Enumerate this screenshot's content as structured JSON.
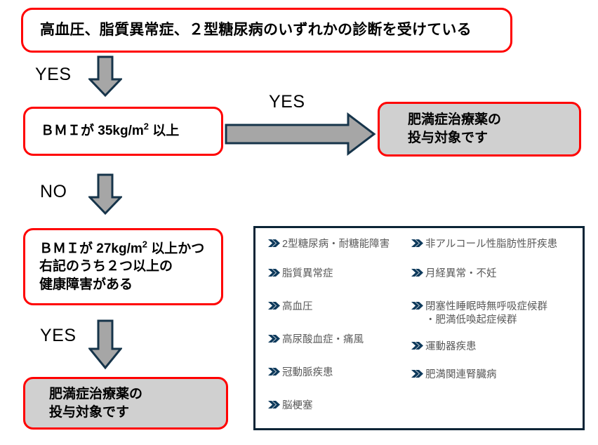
{
  "flow": {
    "top_condition": {
      "text": "高血圧、脂質異常症、２型糖尿病のいずれかの診断を受けている"
    },
    "bmi35": {
      "prefix": "ＢＭＩが 35kg/m",
      "sup": "2",
      "suffix": " 以上"
    },
    "bmi27": {
      "prefix": "ＢＭＩが 27kg/m",
      "sup": "2",
      "suffix": " 以上かつ\n右記のうち２つ以上の\n健康障害がある"
    },
    "result_right": {
      "text": "肥満症治療薬の\n投与対象です"
    },
    "result_bottom": {
      "text": "肥満症治療薬の\n投与対象です"
    },
    "labels": {
      "yes_1": "YES",
      "no_1": "NO",
      "yes_2": "YES",
      "yes_3": "YES"
    },
    "arrows": {
      "down_yes_1": "down-arrow",
      "down_no_1": "down-arrow",
      "down_yes_3": "down-arrow",
      "right_yes_2": "right-arrow"
    }
  },
  "comorbidity_list": {
    "bullet_icon": "double-chevron-icon",
    "left_column": [
      "2型糖尿病・耐糖能障害",
      "脂質異常症",
      "高血圧",
      "高尿酸血症・痛風",
      "冠動脈疾患",
      "脳梗塞"
    ],
    "right_column": [
      "非アルコール性脂肪性肝疾患",
      "月経異常・不妊",
      "閉塞性睡眠時無呼吸症候群\n・肥満低喚起症候群",
      "運動器疾患",
      "肥満関連腎臓病"
    ]
  },
  "colors": {
    "box_border_red": "#FF0000",
    "box_fill_gray": "#D0D0D0",
    "arrow_fill": "#A6A6A6",
    "arrow_stroke": "#16344A",
    "list_border": "#0B2436",
    "bullet": "#0E3A5C",
    "list_text": "#595959"
  }
}
